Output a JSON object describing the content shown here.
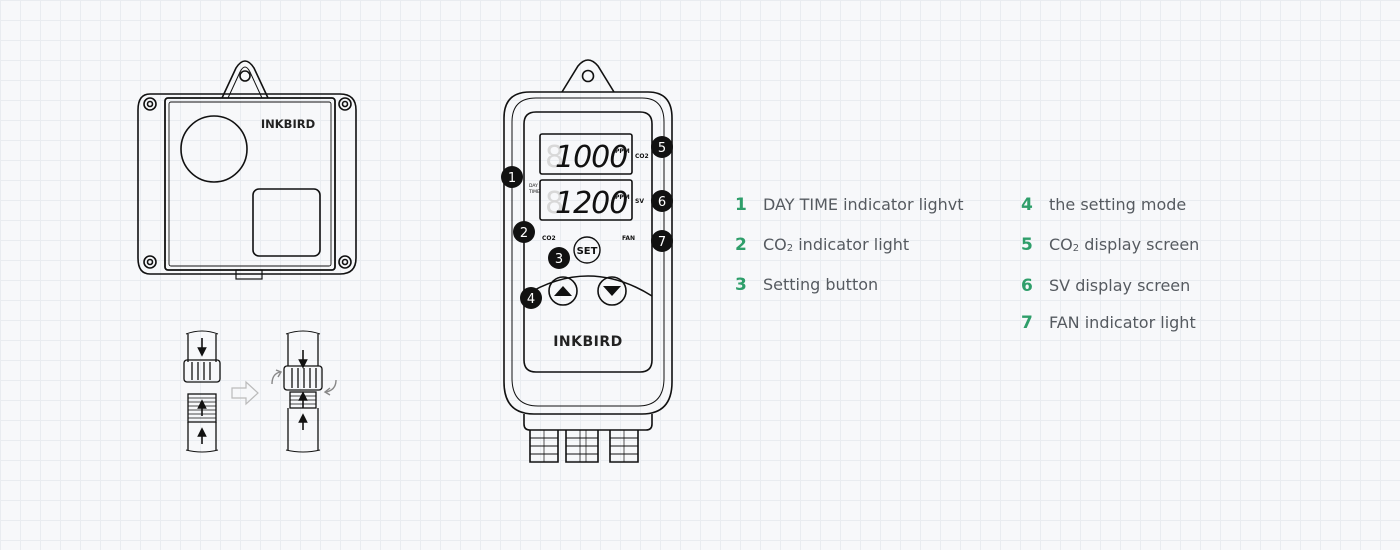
{
  "device": {
    "brand": "INKBIRD",
    "display_top_value": "1000",
    "display_bottom_value": "1200",
    "unit_top": "PPM",
    "unit_bottom": "PPM",
    "label_co2_side": "CO2",
    "label_sv": "SV",
    "label_day_time": [
      "DAY",
      "TIME"
    ],
    "label_co2": "CO2",
    "label_fan": "FAN",
    "set_button": "SET"
  },
  "sensor": {
    "brand": "INKBIRD"
  },
  "markers": [
    "1",
    "2",
    "3",
    "4",
    "5",
    "6",
    "7"
  ],
  "legend": [
    {
      "num": "1",
      "text": "DAY TIME indicator lighvt"
    },
    {
      "num": "2",
      "text_pre": "CO",
      "text_sub": "2",
      "text_post": " indicator light"
    },
    {
      "num": "3",
      "text": "Setting button"
    },
    {
      "num": "4",
      "text": "the setting mode"
    },
    {
      "num": "5",
      "text_pre": "CO",
      "text_sub": "2",
      "text_post": " display screen"
    },
    {
      "num": "6",
      "text": "SV display screen"
    },
    {
      "num": "7",
      "text": "FAN indicator light"
    }
  ]
}
